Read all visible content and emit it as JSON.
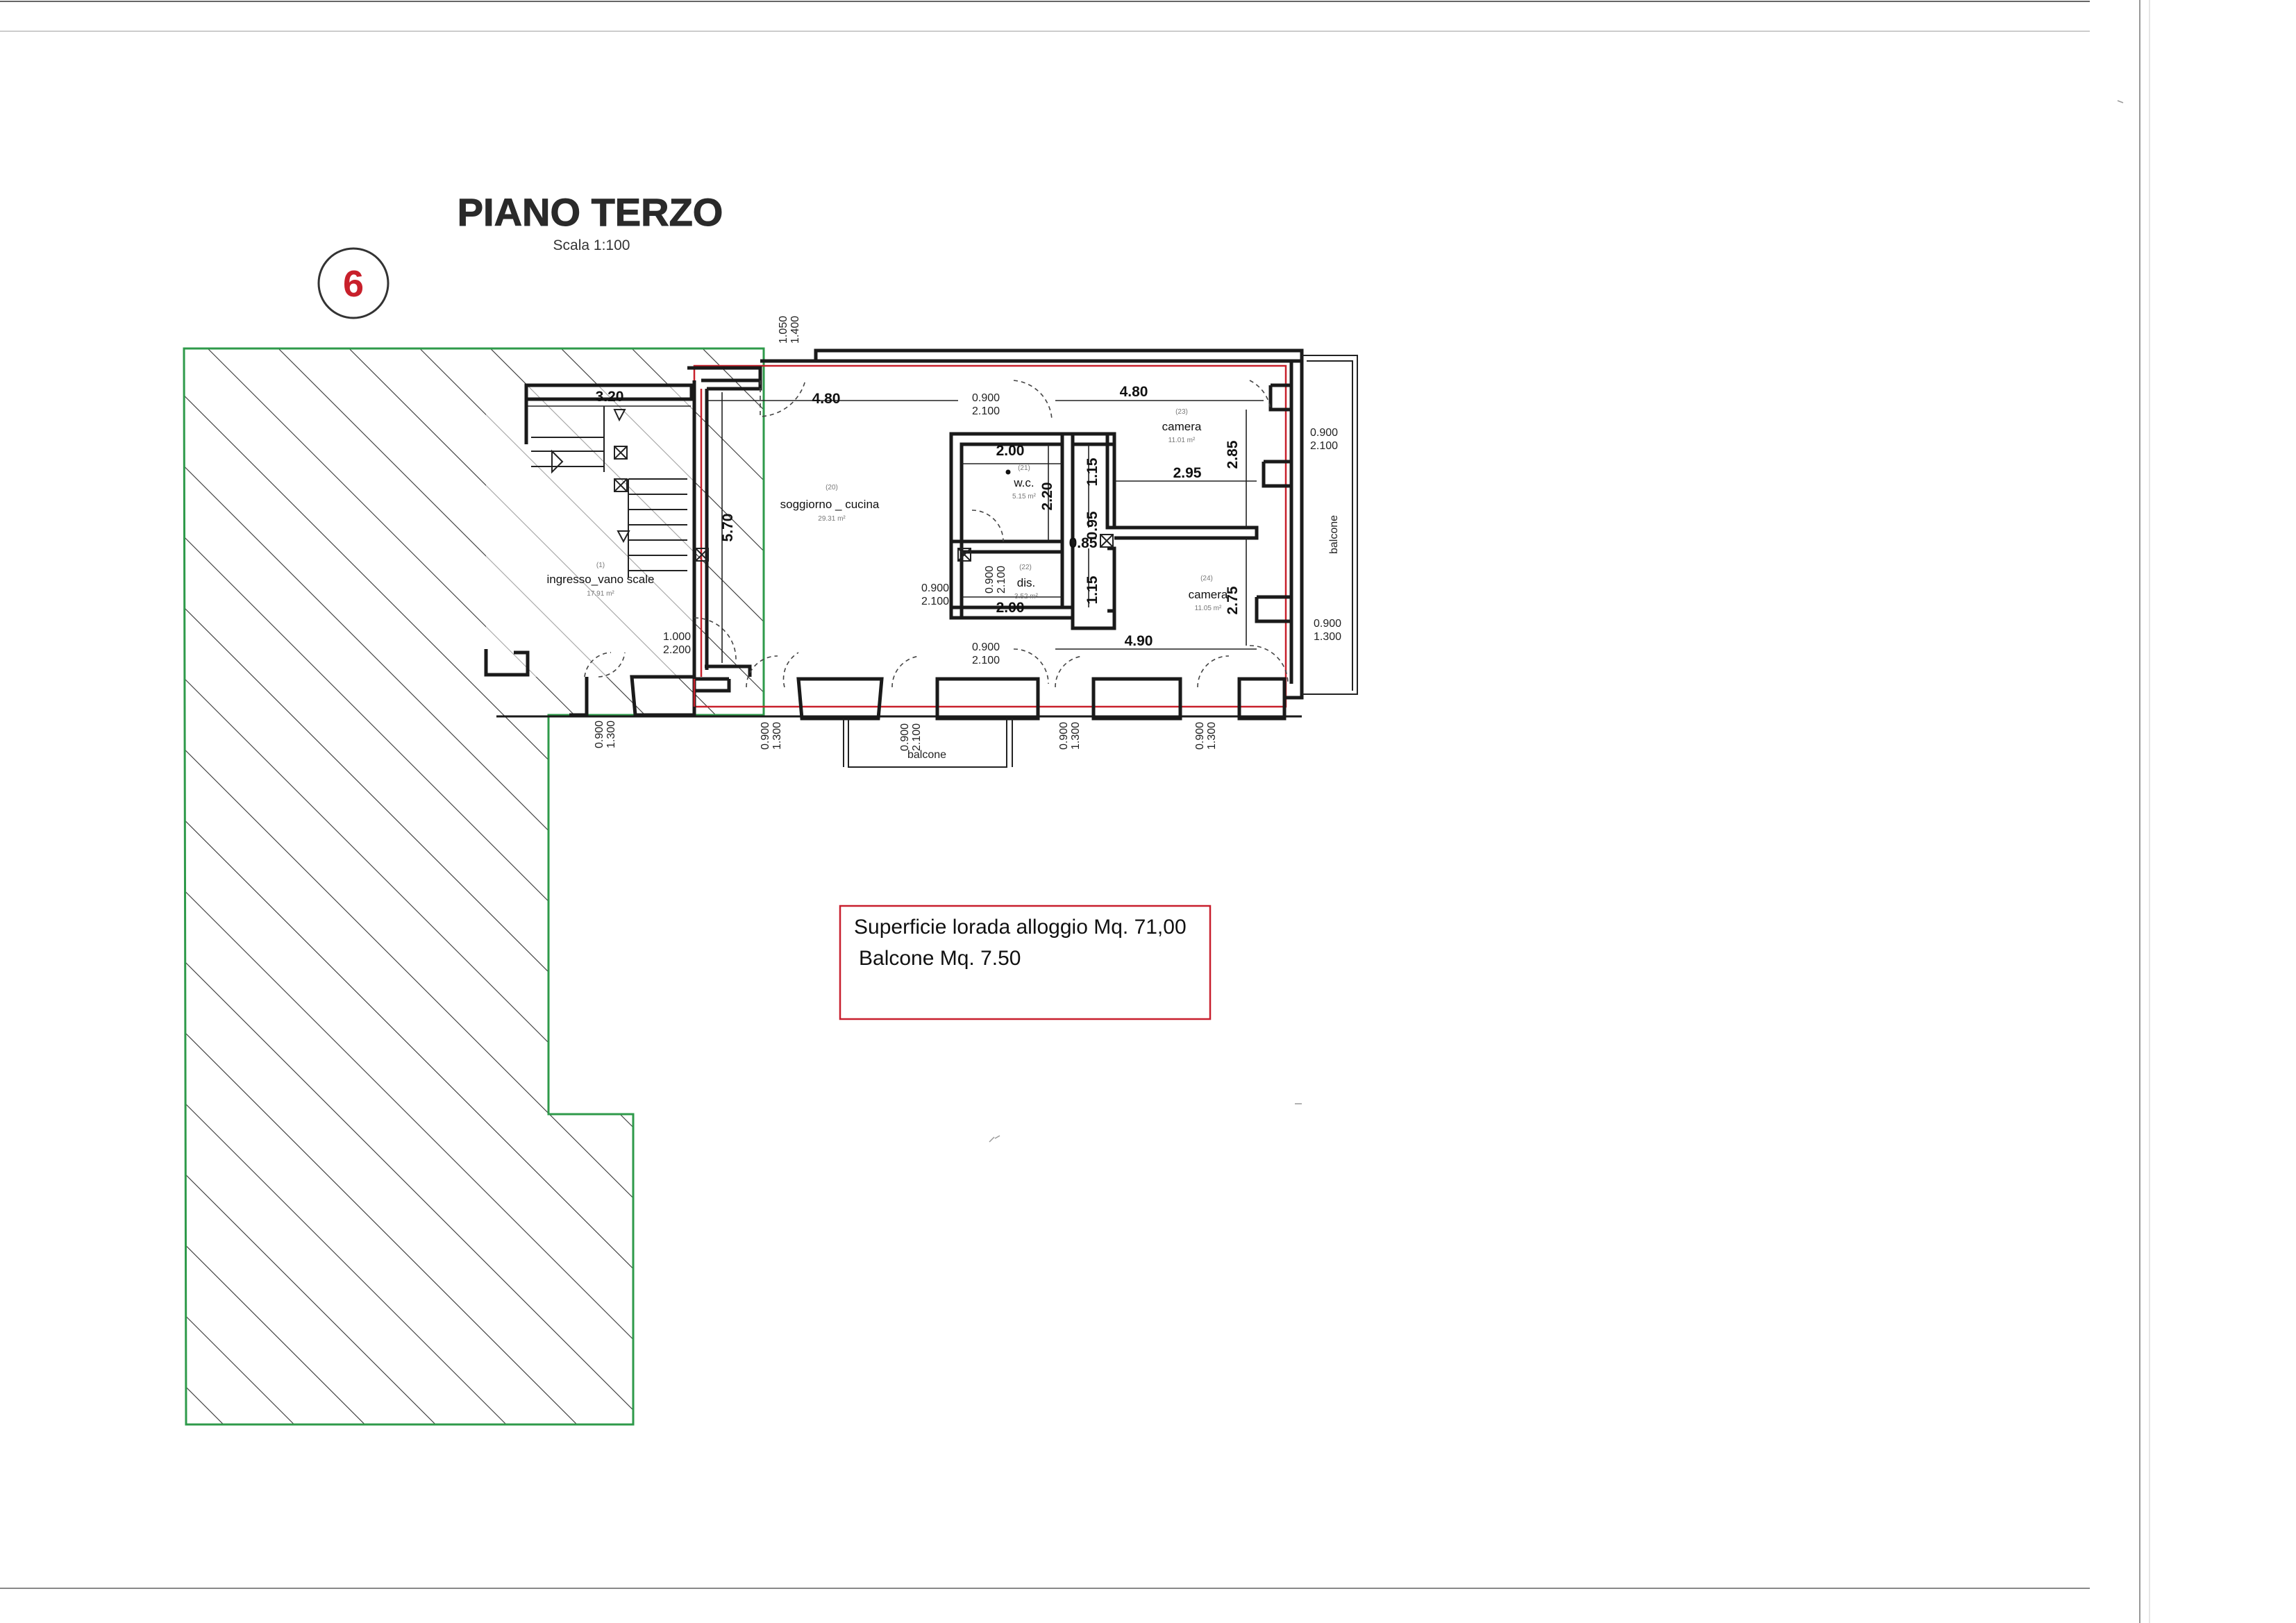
{
  "title": "PIANO TERZO",
  "scale": "Scala 1:100",
  "sheet_number": "6",
  "rooms": [
    {
      "number": "(20)",
      "name": "soggiorno _ cucina",
      "area": "29.31 m²"
    },
    {
      "number": "(21)",
      "name": "w.c.",
      "area": "5.15 m²"
    },
    {
      "number": "(22)",
      "name": "dis.",
      "area": "3.52 m²"
    },
    {
      "number": "(23)",
      "name": "camera",
      "area": "11.01 m²"
    },
    {
      "number": "(24)",
      "name": "camera",
      "area": "11.05 m²"
    },
    {
      "number": "(1)",
      "name": "ingresso_vano scale",
      "area": "17.91 m²"
    }
  ],
  "balconies": {
    "south": "balcone",
    "east": "balcone"
  },
  "dimensions": {
    "d1": "3.20",
    "d2": "4.80",
    "d3": "4.80",
    "d4": "2.00",
    "d5": "2.95",
    "d6": "2.85",
    "d7": "1.15",
    "d8": "2.20",
    "d9": "5.70",
    "d10": "0.95",
    "d11": "0.85",
    "d12": "1.15",
    "d13": "2.00",
    "d14": "2.75",
    "d15": "4.90"
  },
  "openings": {
    "o1a": "1.050",
    "o1b": "1.400",
    "o2a": "0.900",
    "o2b": "2.100",
    "o3a": "0.900",
    "o3b": "2.100",
    "o4a": "0.900",
    "o4b": "2.100",
    "o5a": "0.900",
    "o5b": "2.100",
    "o6a": "0.900",
    "o6b": "2.100",
    "o7a": "1.000",
    "o7b": "2.200",
    "o8a": "0.900",
    "o8b": "1.300",
    "o9a": "0.900",
    "o9b": "1.300",
    "o10a": "0.900",
    "o10b": "2.100",
    "o11a": "0.900",
    "o11b": "1.300",
    "o12a": "0.900",
    "o12b": "1.300",
    "o13a": "0.900",
    "o13b": "1.300"
  },
  "info_box": {
    "line1": "Superficie lorada alloggio Mq. 71,00",
    "line2": "Balcone Mq. 7.50"
  },
  "colors": {
    "title": "#2a2a2a",
    "badge_number": "#c8202b",
    "info_border": "#c81e2d",
    "red_outline": "#c8202b",
    "green_outline": "#2e9a4a",
    "hatch": "#333333"
  }
}
